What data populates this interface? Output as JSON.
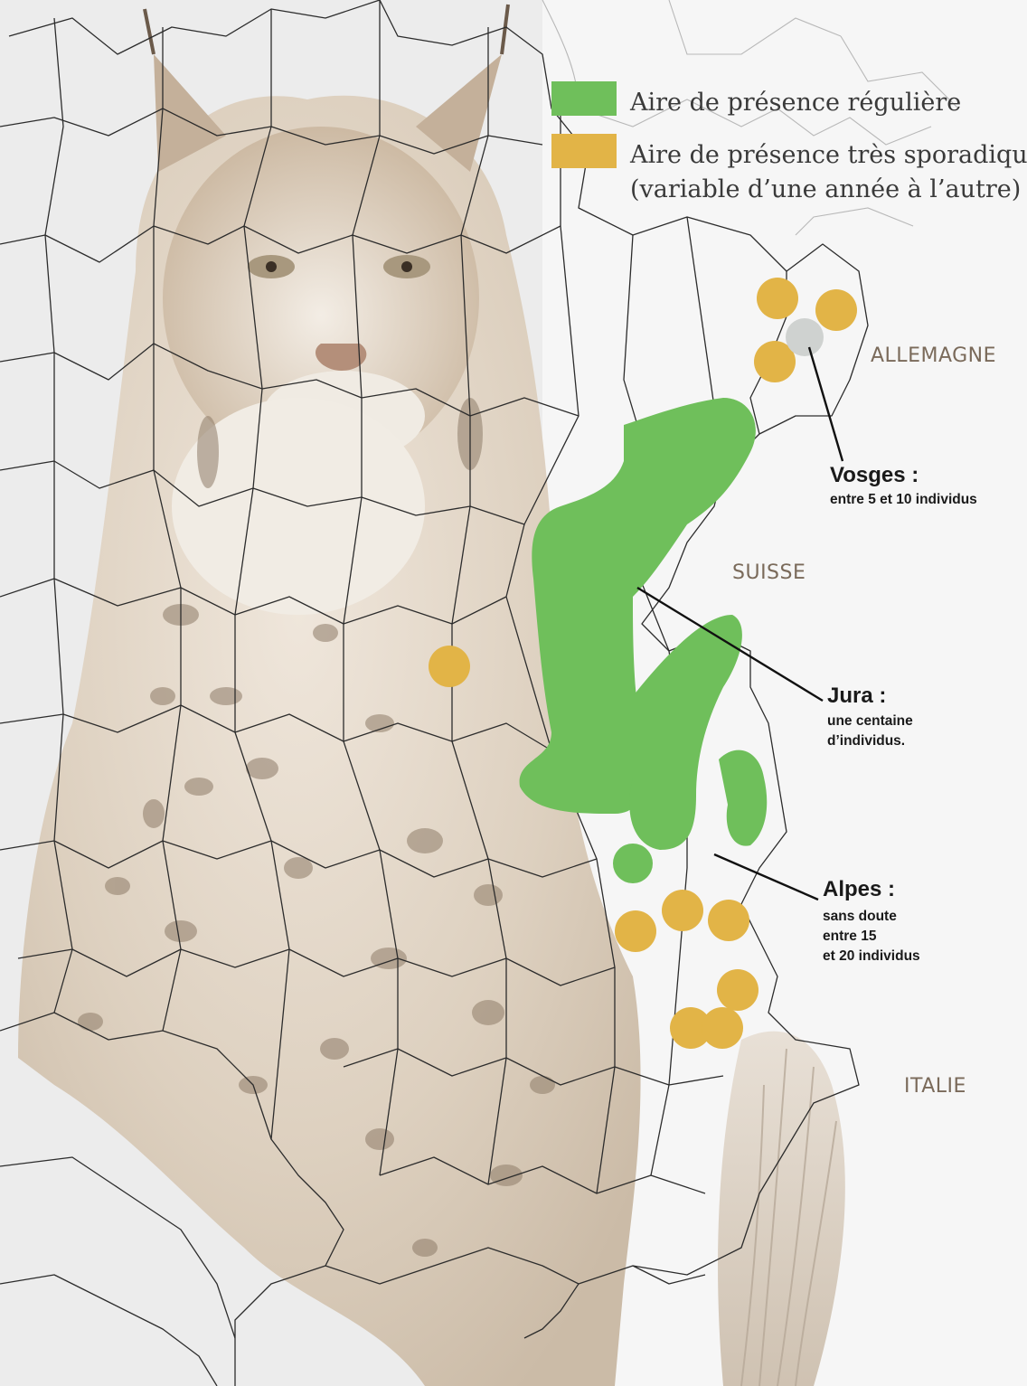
{
  "legend": {
    "items": [
      {
        "label": "Aire de présence régulière",
        "color": "#6fbf5b"
      },
      {
        "label": "Aire de présence très sporadique",
        "label_line2": "(variable d’une année à l’autre)",
        "color": "#e2b447"
      }
    ]
  },
  "countries": [
    {
      "label": "ALLEMAGNE"
    },
    {
      "label": "SUISSE"
    },
    {
      "label": "ITALIE"
    }
  ],
  "annotations": [
    {
      "title": "Vosges :",
      "lines": [
        "entre 5 et 10 individus"
      ]
    },
    {
      "title": "Jura :",
      "lines": [
        "une centaine",
        "d’individus."
      ]
    },
    {
      "title": "Alpes :",
      "lines": [
        "sans doute",
        "entre 15",
        "et 20 individus"
      ]
    }
  ],
  "colors": {
    "regular_presence": "#6fbf5b",
    "sporadic_presence": "#e2b447",
    "uncertain_marker": "#cfd2d0",
    "country_label": "#7a6a5a",
    "background_photo_tone": "#d8cbbb"
  },
  "icons": {
    "background": "lynx-photo-illustration"
  }
}
